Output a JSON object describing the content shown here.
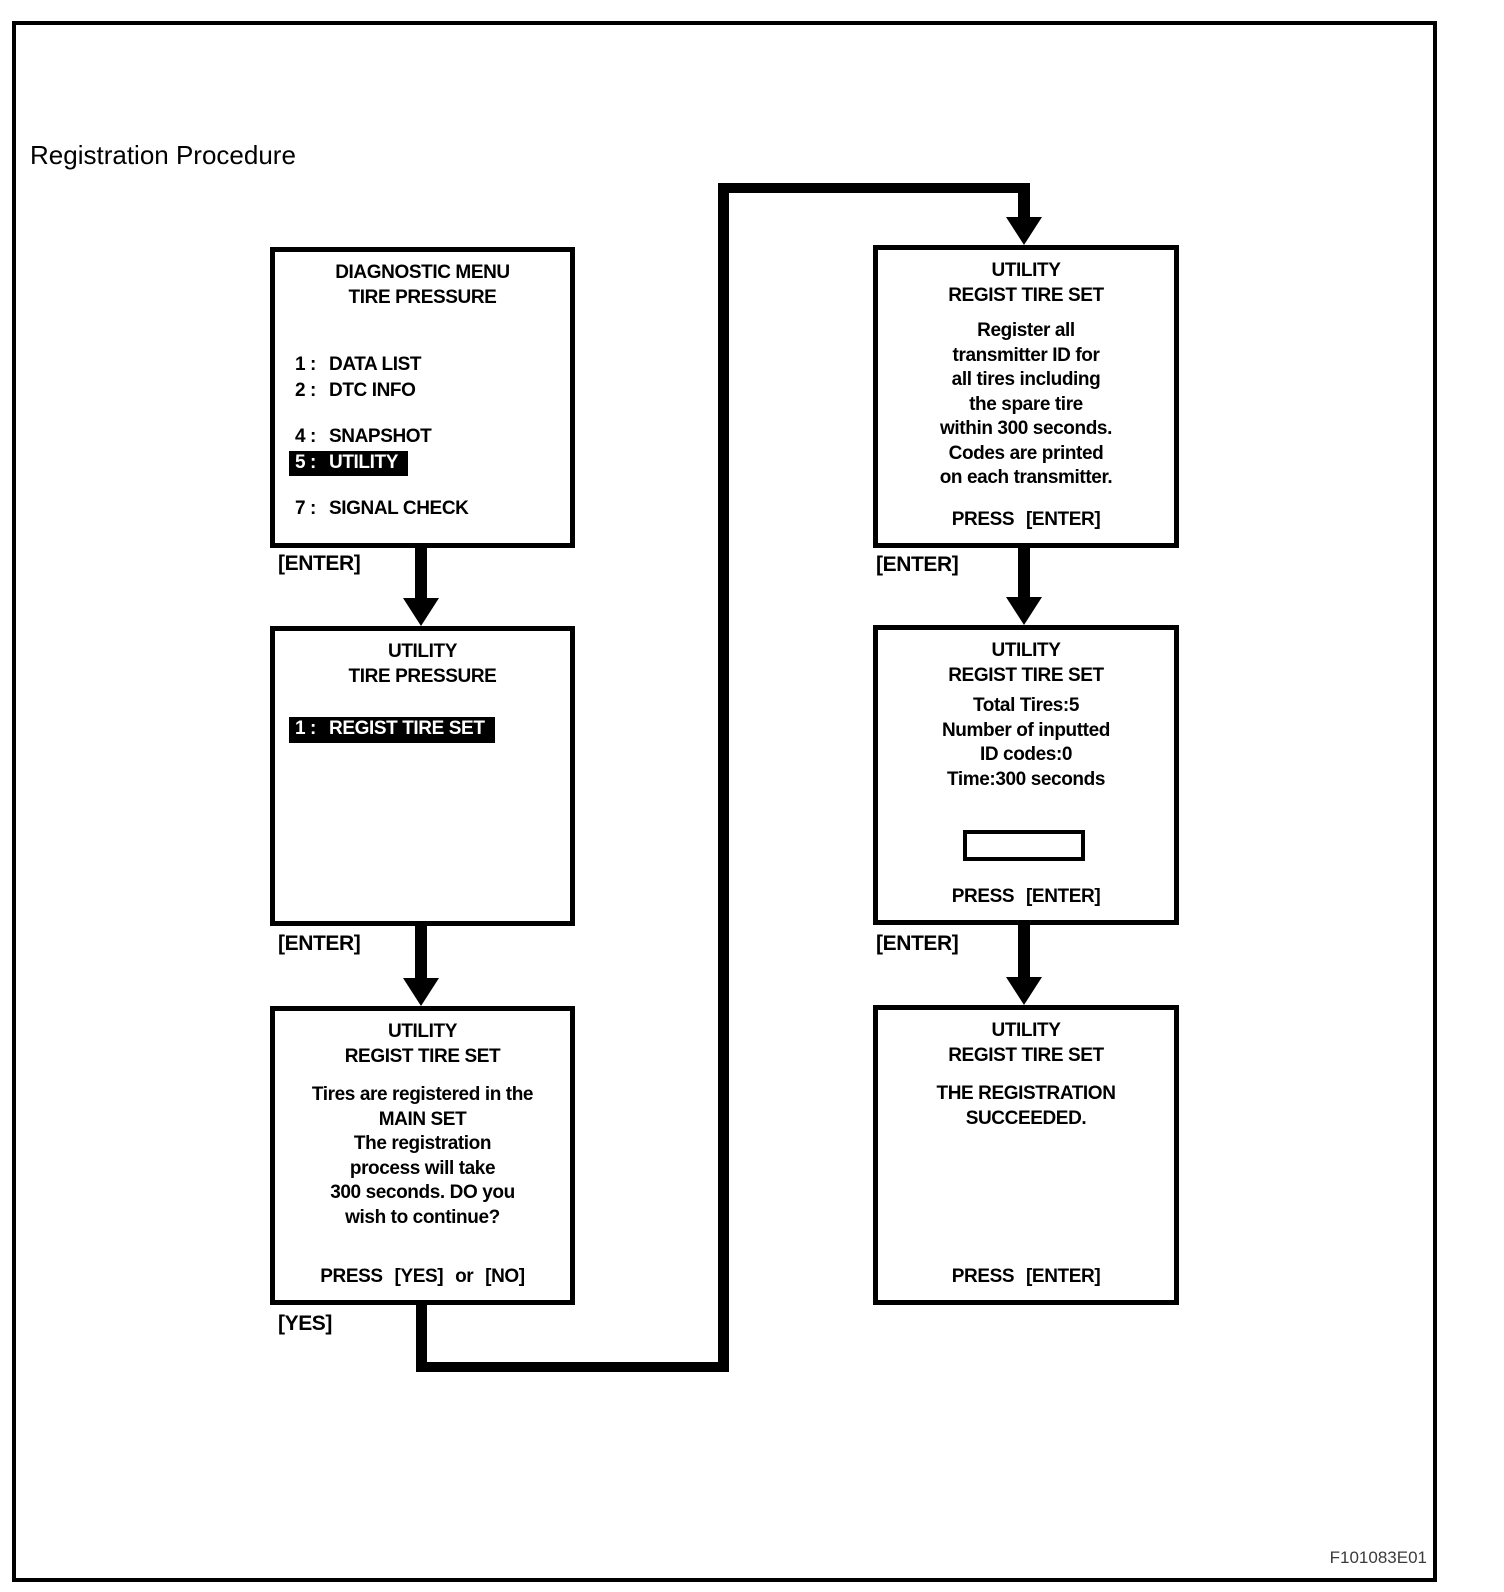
{
  "page": {
    "title": "Registration Procedure",
    "figure_id": "F101083E01"
  },
  "labels": {
    "enter": "[ENTER]",
    "yes": "[YES]"
  },
  "screens": {
    "diagnostic_menu": {
      "title": [
        "DIAGNOSTIC MENU",
        "TIRE PRESSURE"
      ],
      "items": [
        {
          "num": "1 :",
          "label": "DATA LIST",
          "highlighted": false
        },
        {
          "num": "2 :",
          "label": "DTC INFO",
          "highlighted": false
        },
        {
          "num": "4 :",
          "label": "SNAPSHOT",
          "highlighted": false
        },
        {
          "num": "5 :",
          "label": "UTILITY",
          "highlighted": true
        },
        {
          "num": "7 :",
          "label": "SIGNAL CHECK",
          "highlighted": false
        }
      ]
    },
    "utility_menu": {
      "title": [
        "UTILITY",
        "TIRE PRESSURE"
      ],
      "items": [
        {
          "num": "1 :",
          "label": "REGIST TIRE SET",
          "highlighted": true
        }
      ]
    },
    "confirm": {
      "title": [
        "UTILITY",
        "REGIST TIRE SET"
      ],
      "lines": [
        "Tires are registered in the",
        "MAIN SET",
        "The registration",
        "process will take",
        "300 seconds. DO you",
        "wish to continue?"
      ],
      "press": "PRESS [YES] or [NO]"
    },
    "instructions": {
      "title": [
        "UTILITY",
        "REGIST TIRE SET"
      ],
      "lines": [
        "Register all",
        "transmitter ID for",
        "all tires including",
        "the spare tire",
        "within 300 seconds.",
        "Codes are printed",
        "on each transmitter."
      ],
      "press": "PRESS [ENTER]"
    },
    "progress": {
      "title": [
        "UTILITY",
        "REGIST TIRE SET"
      ],
      "lines": [
        "Total Tires:5",
        "Number of inputted",
        "ID codes:0",
        "Time:300 seconds"
      ],
      "press": "PRESS [ENTER]"
    },
    "success": {
      "title": [
        "UTILITY",
        "REGIST TIRE SET"
      ],
      "lines": [
        "THE REGISTRATION",
        "SUCCEEDED."
      ],
      "press": "PRESS [ENTER]"
    }
  }
}
